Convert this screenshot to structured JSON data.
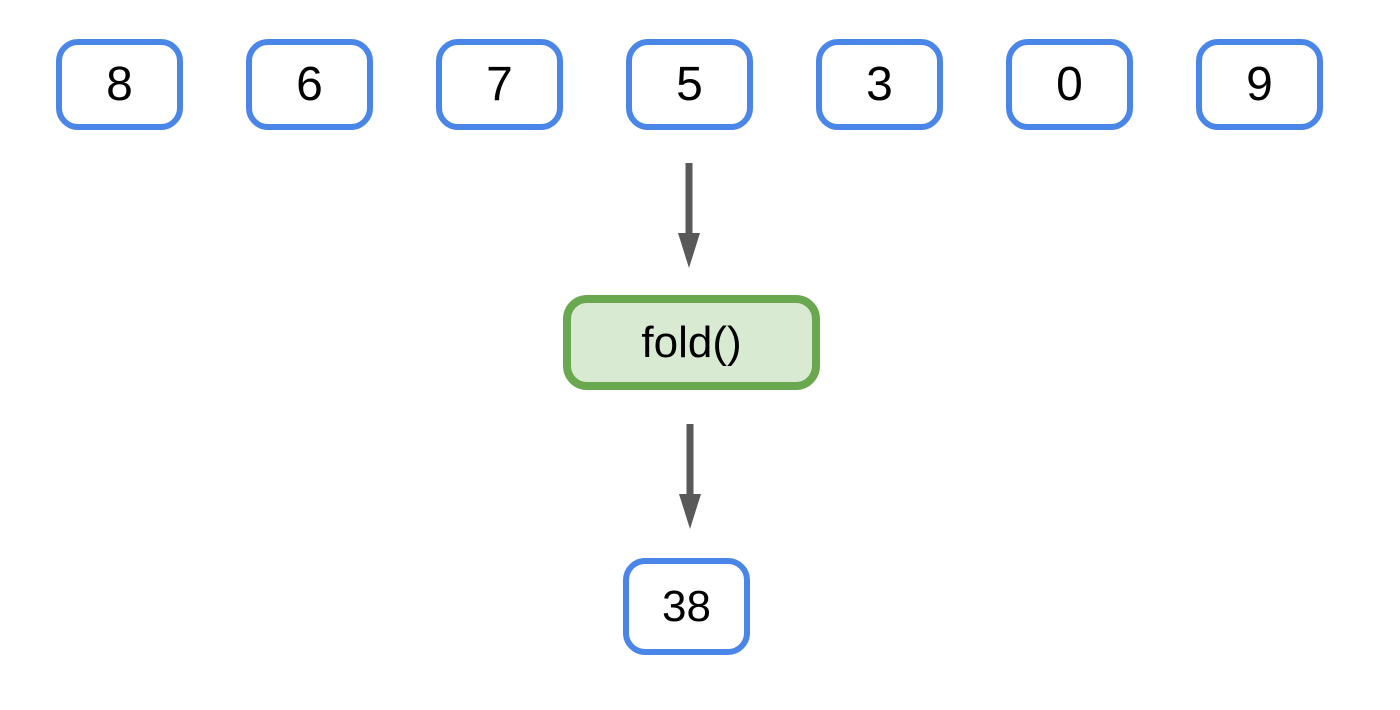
{
  "diagram": {
    "description": "fold operation diagram",
    "inputs": {
      "items": [
        "8",
        "6",
        "7",
        "5",
        "3",
        "0",
        "9"
      ]
    },
    "operation": {
      "label": "fold()"
    },
    "result": {
      "value": "38"
    },
    "colors": {
      "background": "#ffffff",
      "input_box_border": "#4a86e8",
      "input_box_fill": "#ffffff",
      "operation_box_border": "#6aa84f",
      "operation_box_fill": "#d9ead3",
      "arrow": "#595959",
      "text": "#000000"
    }
  }
}
